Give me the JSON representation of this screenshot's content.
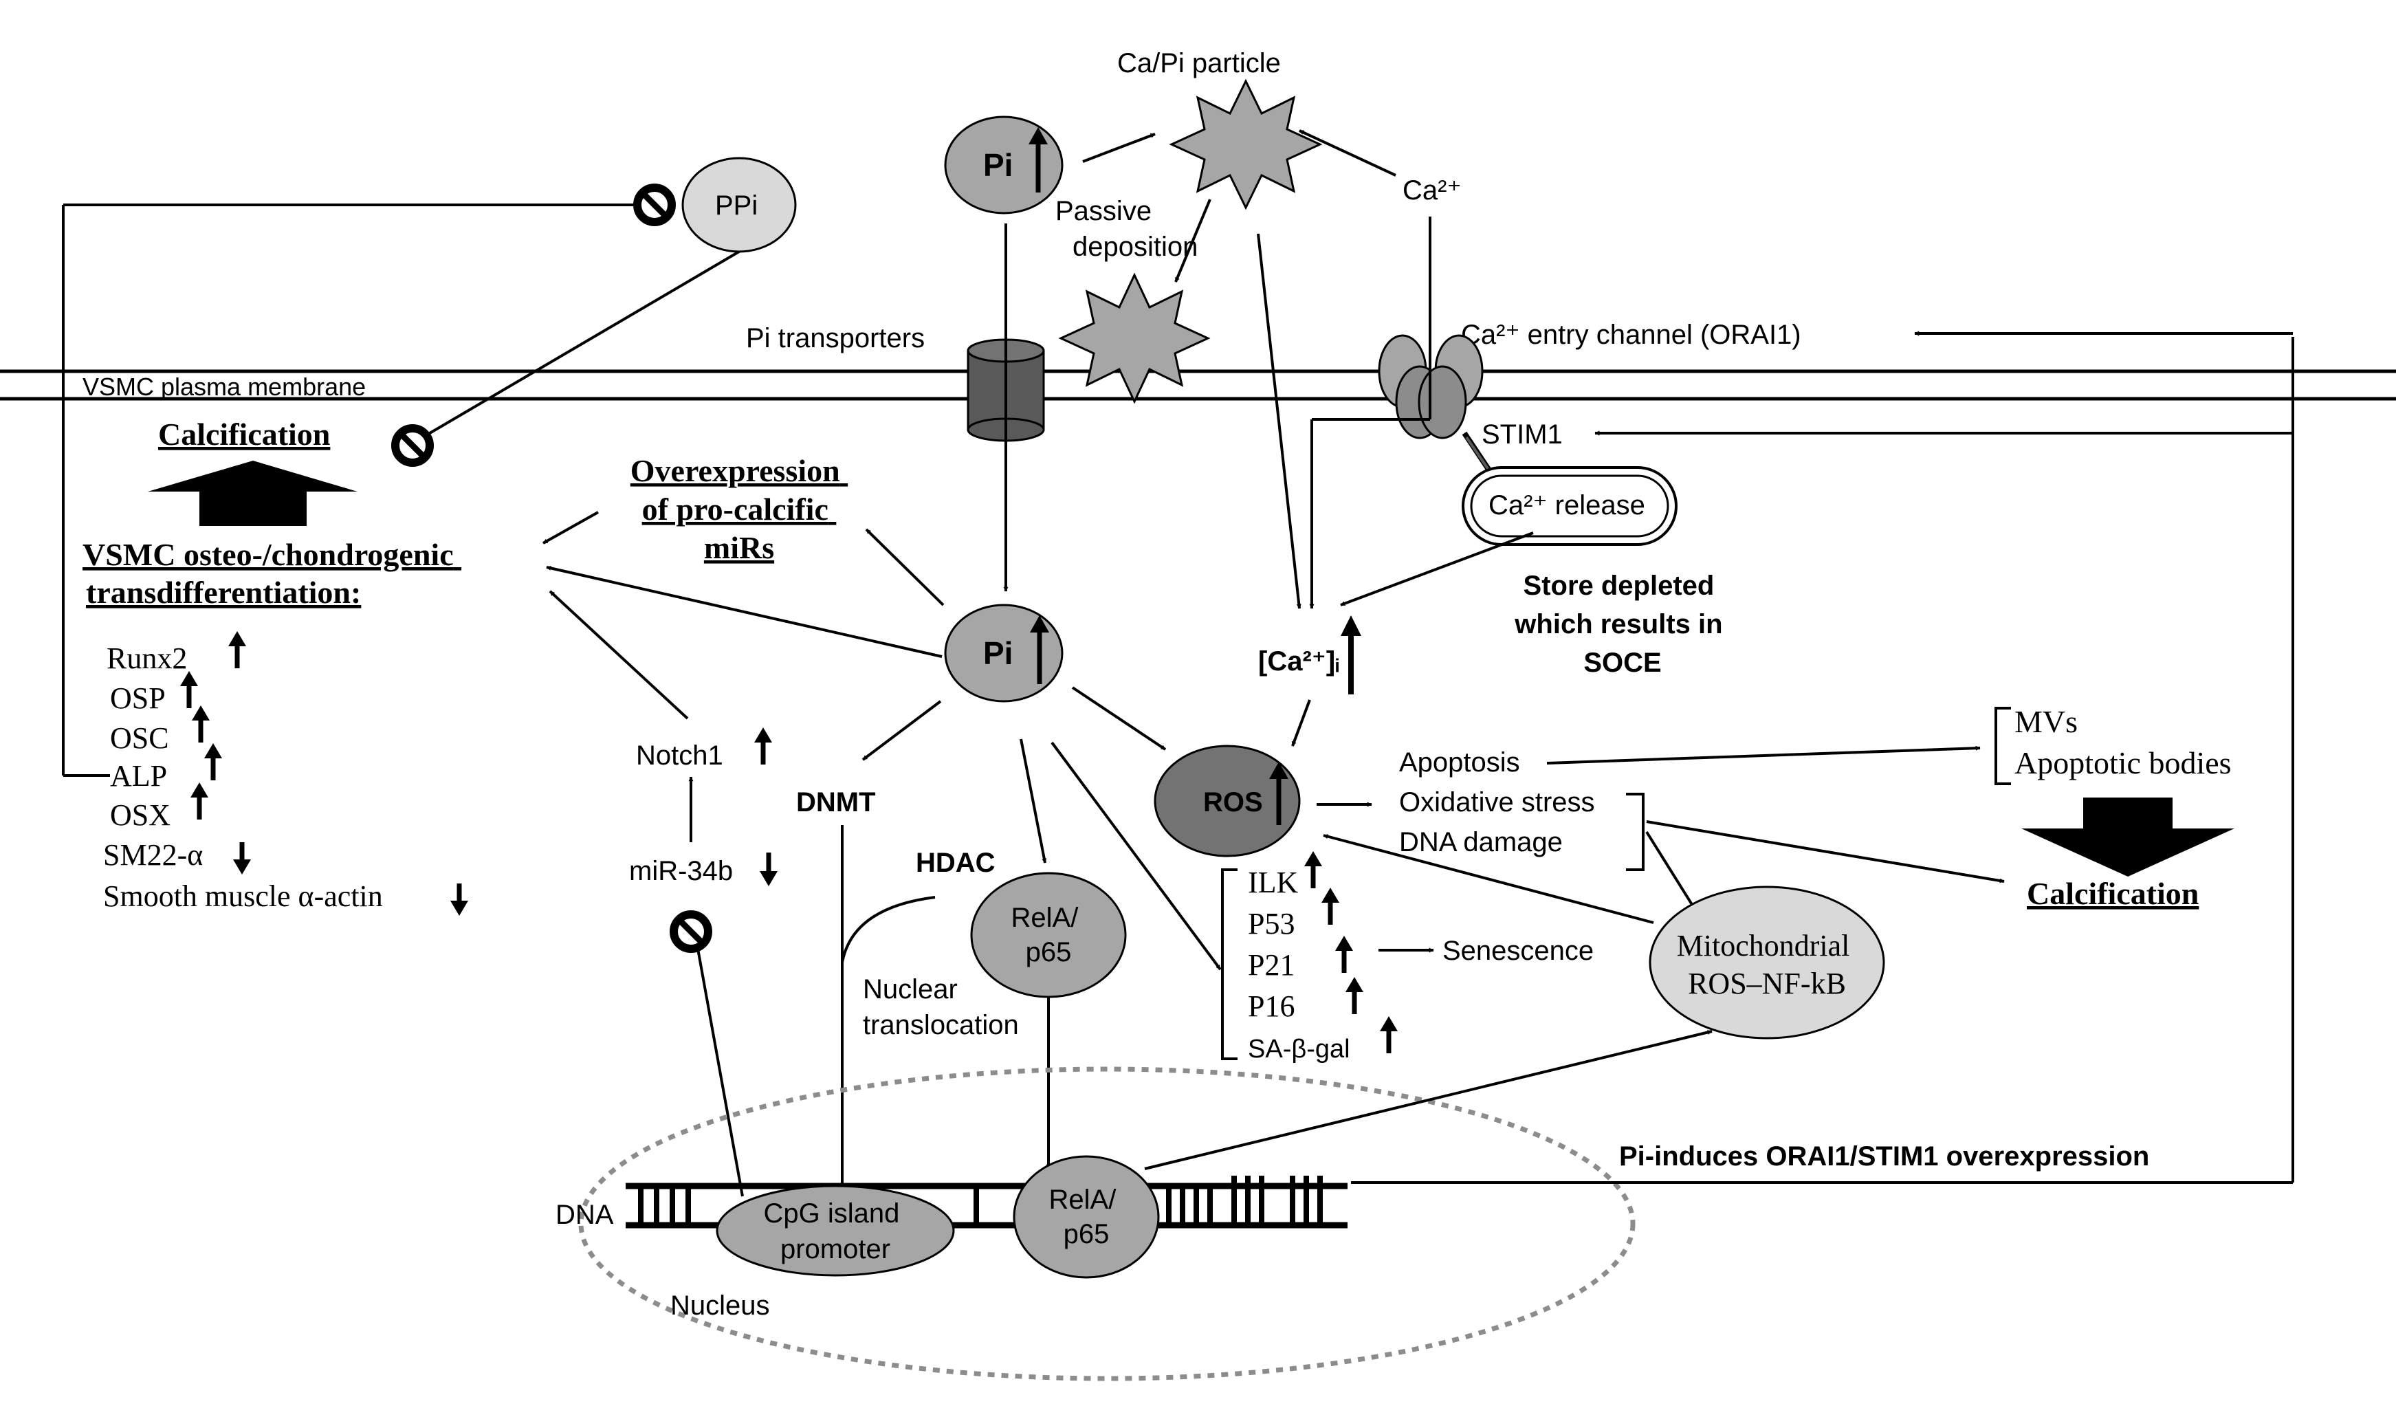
{
  "labels": {
    "ca_pi_particle": "Ca/Pi particle",
    "pi_top": "Pi",
    "pi_center": "Pi",
    "ppi": "PPi",
    "ca2_top": "Ca²⁺",
    "passive_deposition": [
      "Passive",
      "deposition"
    ],
    "pi_transporters": "Pi transporters",
    "membrane": "VSMC plasma membrane",
    "orai1": "Ca²⁺ entry channel (ORAI1)",
    "stim1": "STIM1",
    "ca_release": "Ca²⁺ release",
    "store_depleted": [
      "Store depleted",
      "which results in",
      "SOCE"
    ],
    "ca_intracellular": "[Ca²⁺]ᵢ",
    "calcification_left": "Calcification",
    "overexpression": [
      "Overexpression",
      "of pro-calcific",
      "miRs"
    ],
    "vsmc_trans": [
      "VSMC osteo-/chondrogenic",
      "transdifferentiation:"
    ],
    "markers": [
      "Runx2",
      "OSP",
      "OSC",
      "ALP",
      "OSX",
      "SM22-α",
      "Smooth muscle α-actin"
    ],
    "notch1": "Notch1",
    "mir34b": "miR-34b",
    "dnmt": "DNMT",
    "hdac": "HDAC",
    "rela_cyto": [
      "RelA/",
      "p65"
    ],
    "nuclear_translocation": [
      "Nuclear",
      "translocation"
    ],
    "ros": "ROS",
    "apoptosis": "Apoptosis",
    "oxidative_stress": "Oxidative stress",
    "dna_damage": "DNA damage",
    "mvs": "MVs",
    "apoptotic_bodies": "Apoptotic bodies",
    "calcification_right": "Calcification",
    "senescence_markers": [
      "ILK",
      "P53",
      "P21",
      "P16",
      "SA-β-gal"
    ],
    "senescence": "Senescence",
    "mito": [
      "Mitochondrial",
      "ROS–NF-kB"
    ],
    "dna": "DNA",
    "cpg": [
      "CpG island",
      "promoter"
    ],
    "rela_nuc": [
      "RelA/",
      "p65"
    ],
    "nucleus": "Nucleus",
    "pi_orai": "Pi-induces ORAI1/STIM1 overexpression"
  },
  "colors": {
    "light_gray": "#d9d9d9",
    "mid_gray": "#a6a6a6",
    "dark_gray": "#737373",
    "cylinder": "#595959"
  }
}
